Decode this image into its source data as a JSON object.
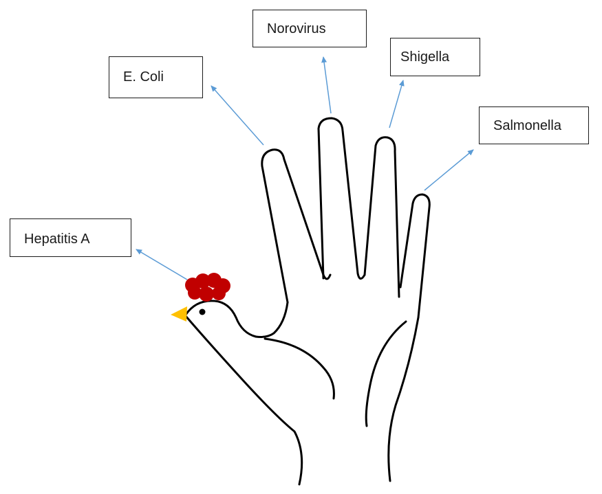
{
  "labels": {
    "norovirus": "Norovirus",
    "shigella": "Shigella",
    "ecoli": "E. Coli",
    "salmonella": "Salmonella",
    "hepatitis_a": "Hepatitis A"
  },
  "colors": {
    "outline": "#000000",
    "arrow": "#5b9bd5",
    "comb": "#c00000",
    "beak": "#ffc000",
    "eye": "#000000",
    "box_border": "#1a1a1a"
  },
  "icons": {
    "hand": "hand-chicken-illustration",
    "comb": "chicken-comb",
    "beak": "chicken-beak",
    "eye": "chicken-eye"
  }
}
